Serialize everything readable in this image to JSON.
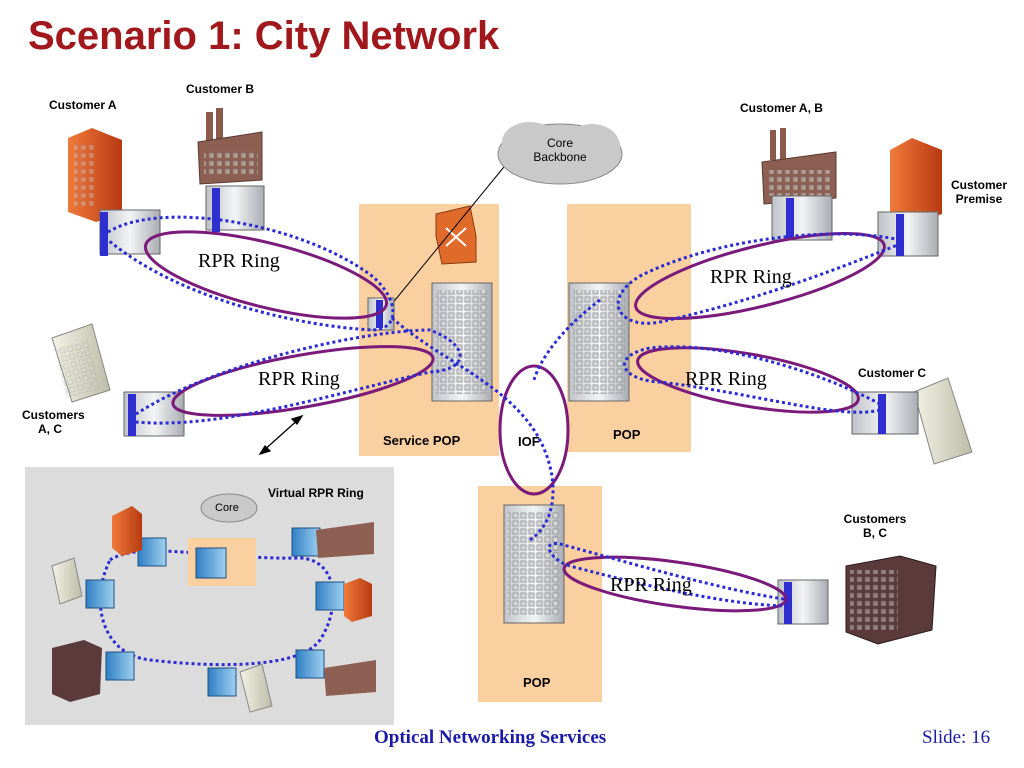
{
  "title": "Scenario 1: City Network",
  "labels": {
    "customer_a": "Customer A",
    "customer_b": "Customer B",
    "customer_ab": "Customer A, B",
    "customer_premise_1": "Customer",
    "customer_premise_2": "Premise",
    "customer_c": "Customer C",
    "customers_ac_1": "Customers",
    "customers_ac_2": "A, C",
    "customers_bc_1": "Customers",
    "customers_bc_2": "B, C",
    "core_backbone_1": "Core",
    "core_backbone_2": "Backbone",
    "core": "Core",
    "virtual_rpr_ring": "Virtual RPR Ring",
    "service_pop": "Service POP",
    "pop_right": "POP",
    "pop_bottom": "POP",
    "iof": "IOF"
  },
  "rings": {
    "top_left": "RPR Ring",
    "mid_left": "RPR Ring",
    "top_right": "RPR Ring",
    "mid_right": "RPR Ring",
    "bottom_right": "RPR Ring"
  },
  "footer": {
    "center": "Optical Networking Services",
    "slide": "Slide: 16"
  },
  "colors": {
    "title": "#a0171c",
    "ring_solid": "#7a1a7a",
    "ring_dotted": "#2b2bd6",
    "pop_box": "#fbd0a0",
    "inset_bg": "#dcdcdc",
    "footer": "#1a1aa8"
  }
}
